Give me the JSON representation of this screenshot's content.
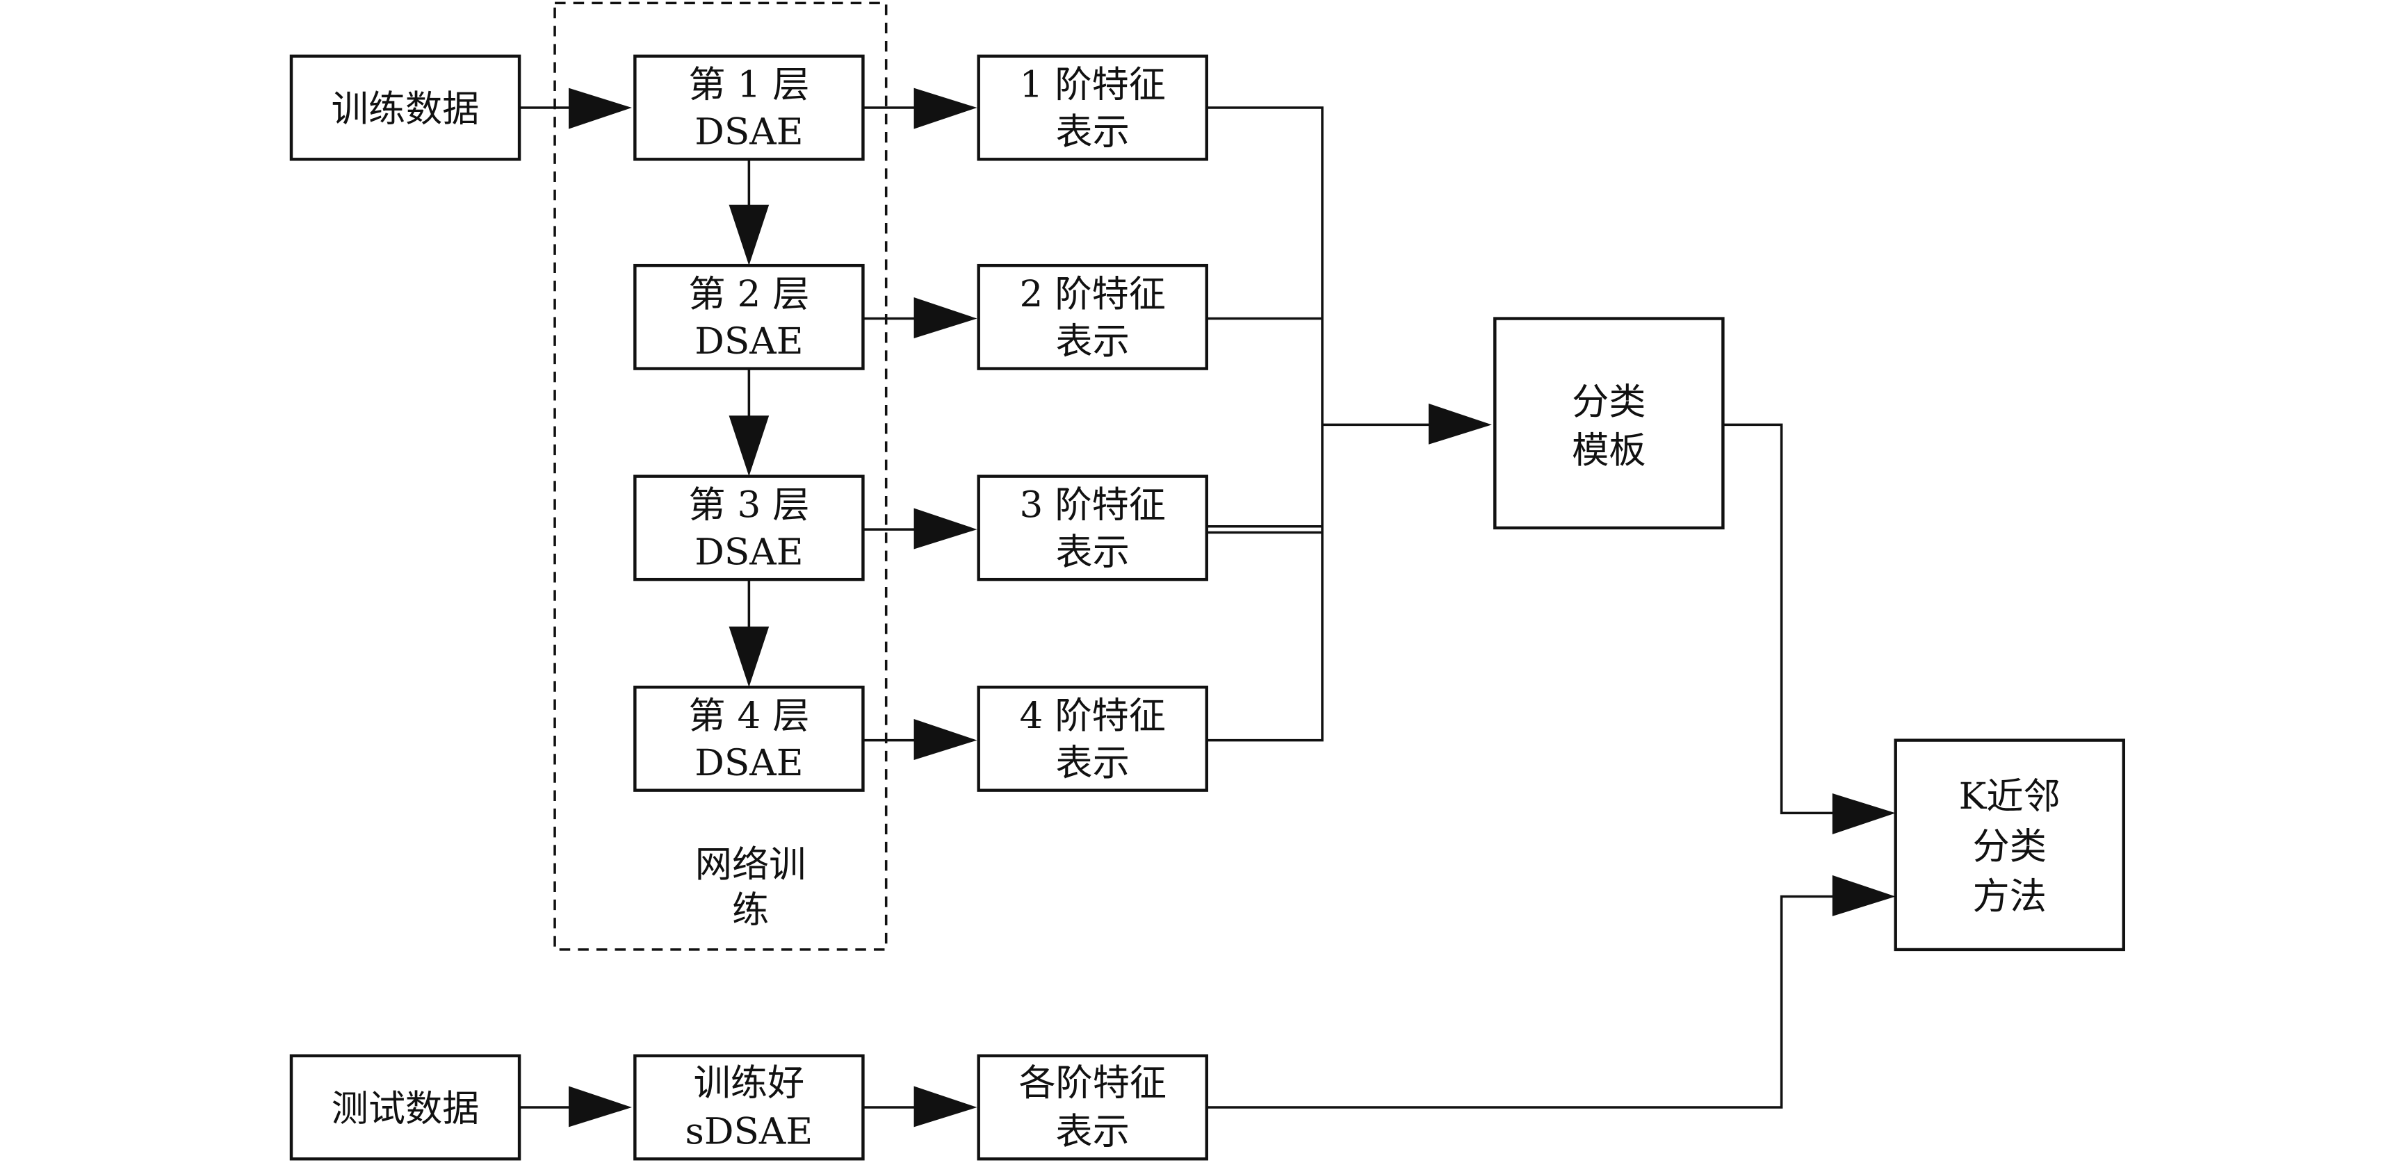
{
  "diagram": {
    "training_data": "训练数据",
    "test_data": "测试数据",
    "layers": [
      {
        "line1": "第 1 层",
        "line2": "DSAE"
      },
      {
        "line1": "第 2 层",
        "line2": "DSAE"
      },
      {
        "line1": "第 3 层",
        "line2": "DSAE"
      },
      {
        "line1": "第 4 层",
        "line2": "DSAE"
      }
    ],
    "features": [
      {
        "line1": "1 阶特征",
        "line2": "表示"
      },
      {
        "line1": "2 阶特征",
        "line2": "表示"
      },
      {
        "line1": "3 阶特征",
        "line2": "表示"
      },
      {
        "line1": "4 阶特征",
        "line2": "表示"
      }
    ],
    "network_training": {
      "line1": "网络训",
      "line2": "练"
    },
    "classification_template": {
      "line1": "分类",
      "line2": "模板"
    },
    "knn": {
      "line1": "K近邻",
      "line2": "分类",
      "line3": "方法"
    },
    "trained_model": {
      "line1": "训练好",
      "line2": "sDSAE"
    },
    "all_features": {
      "line1": "各阶特征",
      "line2": "表示"
    }
  }
}
